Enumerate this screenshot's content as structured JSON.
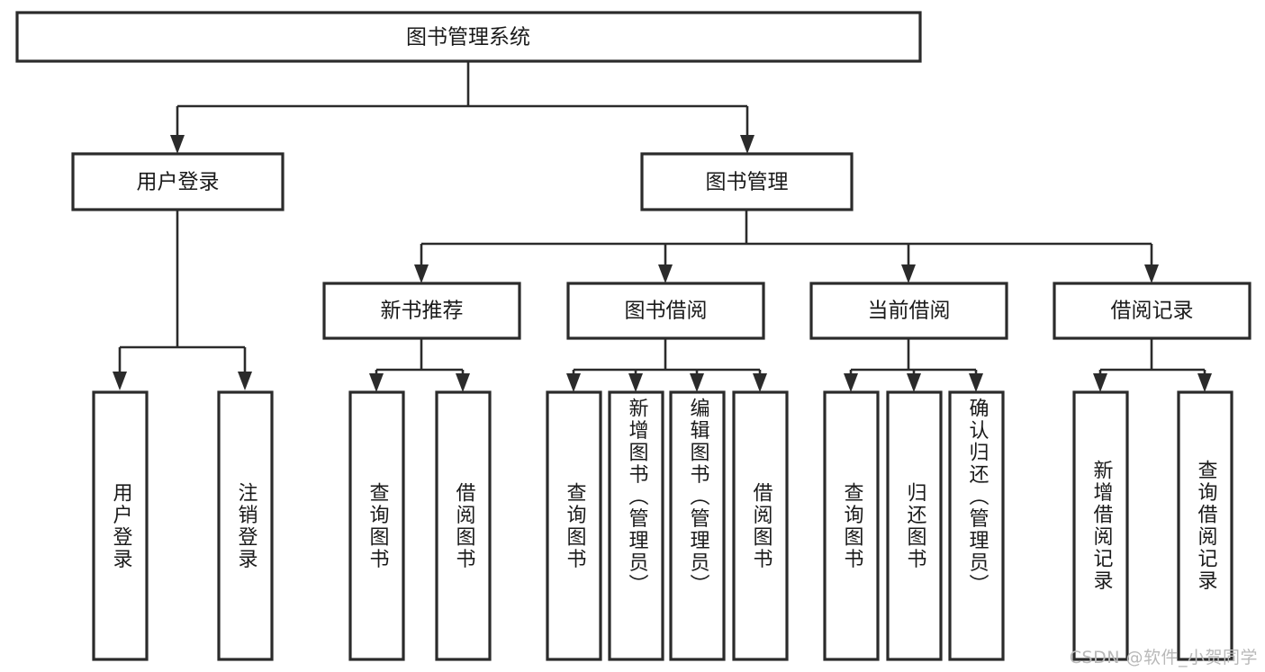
{
  "diagram": {
    "title": "图书管理系统",
    "type": "tree-hierarchy-flowchart",
    "watermark": "CSDN @软件_小贺同学",
    "colors": {
      "box_stroke": "#2b2b2b",
      "box_fill": "#ffffff",
      "text": "#1a1a1a",
      "connector": "#2b2b2b",
      "background": "#ffffff",
      "watermark": "#b9b9b9"
    },
    "root": {
      "label": "图书管理系统"
    },
    "level2": [
      {
        "label": "用户登录"
      },
      {
        "label": "图书管理"
      }
    ],
    "level3": [
      {
        "label": "新书推荐"
      },
      {
        "label": "图书借阅"
      },
      {
        "label": "当前借阅"
      },
      {
        "label": "借阅记录"
      }
    ],
    "leaves": {
      "user_login": [
        {
          "label": "用户登录"
        },
        {
          "label": "注销登录"
        }
      ],
      "new_book_recommend": [
        {
          "label": "查询图书"
        },
        {
          "label": "借阅图书"
        }
      ],
      "book_borrow": [
        {
          "label": "查询图书"
        },
        {
          "label": "新增图书（管理员）"
        },
        {
          "label": "编辑图书（管理员）"
        },
        {
          "label": "借阅图书"
        }
      ],
      "current_borrow": [
        {
          "label": "查询图书"
        },
        {
          "label": "归还图书"
        },
        {
          "label": "确认归还（管理员）"
        }
      ],
      "borrow_record": [
        {
          "label": "新增借阅记录"
        },
        {
          "label": "查询借阅记录"
        }
      ]
    }
  }
}
